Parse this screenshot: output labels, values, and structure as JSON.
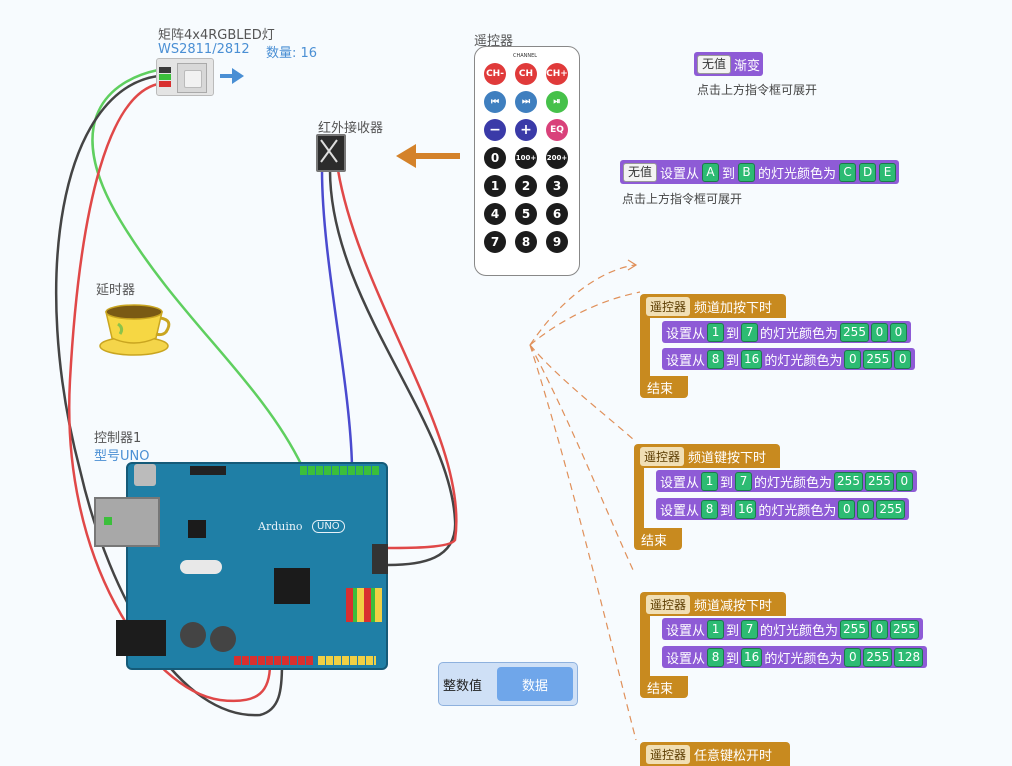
{
  "led_matrix": {
    "title": "矩阵4x4RGBLED灯",
    "model": "WS2811/2812",
    "count_label": "数量: 16"
  },
  "ir_receiver": {
    "label": "红外接收器"
  },
  "remote": {
    "label": "遥控器",
    "channel_label": "CHANNEL",
    "rows": [
      [
        "CH-",
        "CH",
        "CH+"
      ],
      [
        "⏮",
        "⏭",
        "⏯"
      ],
      [
        "−",
        "+",
        "EQ"
      ],
      [
        "0",
        "100+",
        "200+"
      ],
      [
        "1",
        "2",
        "3"
      ],
      [
        "4",
        "5",
        "6"
      ],
      [
        "7",
        "8",
        "9"
      ]
    ]
  },
  "delay": {
    "label": "延时器"
  },
  "controller": {
    "name": "控制器1",
    "model": "型号UNO",
    "board_label": "Arduino",
    "uno_label": "UNO"
  },
  "gradient_block": {
    "slot": "无值",
    "text": "渐变",
    "hint": "点击上方指令框可展开"
  },
  "set_block": {
    "slot": "无值",
    "t1": "设置从",
    "a": "A",
    "t2": "到",
    "b": "B",
    "t3": "的灯光颜色为",
    "c": "C",
    "d": "D",
    "e": "E",
    "hint": "点击上方指令框可展开"
  },
  "event_blocks": [
    {
      "tag": "遥控器",
      "title": "频道加按下时",
      "cmds": [
        {
          "t1": "设置从",
          "from": "1",
          "t2": "到",
          "to": "7",
          "t3": "的灯光颜色为",
          "r": "255",
          "g": "0",
          "b": "0"
        },
        {
          "t1": "设置从",
          "from": "8",
          "t2": "到",
          "to": "16",
          "t3": "的灯光颜色为",
          "r": "0",
          "g": "255",
          "b": "0"
        }
      ],
      "end": "结束"
    },
    {
      "tag": "遥控器",
      "title": "频道键按下时",
      "cmds": [
        {
          "t1": "设置从",
          "from": "1",
          "t2": "到",
          "to": "7",
          "t3": "的灯光颜色为",
          "r": "255",
          "g": "255",
          "b": "0"
        },
        {
          "t1": "设置从",
          "from": "8",
          "t2": "到",
          "to": "16",
          "t3": "的灯光颜色为",
          "r": "0",
          "g": "0",
          "b": "255"
        }
      ],
      "end": "结束"
    },
    {
      "tag": "遥控器",
      "title": "频道减按下时",
      "cmds": [
        {
          "t1": "设置从",
          "from": "1",
          "t2": "到",
          "to": "7",
          "t3": "的灯光颜色为",
          "r": "255",
          "g": "0",
          "b": "255"
        },
        {
          "t1": "设置从",
          "from": "8",
          "t2": "到",
          "to": "16",
          "t3": "的灯光颜色为",
          "r": "0",
          "g": "255",
          "b": "128"
        }
      ],
      "end": "结束"
    },
    {
      "tag": "遥控器",
      "title": "任意键松开时"
    }
  ],
  "data_panel": {
    "type_label": "整数值",
    "button_label": "数据"
  }
}
